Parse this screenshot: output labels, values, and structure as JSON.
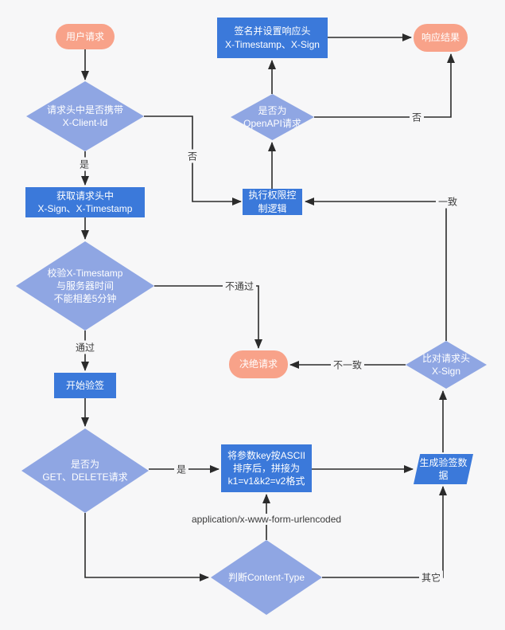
{
  "diagram": {
    "title": "signature-verification-flowchart",
    "background": "#f7f7f8",
    "colors": {
      "terminal": "#f8a289",
      "decision": "#8fa6e3",
      "process": "#3b79da",
      "connector": "#2b2b2b"
    },
    "nodes": {
      "user_request": {
        "type": "terminal",
        "label": "用户请求"
      },
      "check_client_id": {
        "type": "decision",
        "label": "请求头中是否携带\nX-Client-Id"
      },
      "get_headers": {
        "type": "process",
        "label": "获取请求头中\nX-Sign、X-Timestamp"
      },
      "check_timestamp": {
        "type": "decision",
        "label": "校验X-Timestamp\n与服务器时间\n不能相差5分钟"
      },
      "start_verify": {
        "type": "process",
        "label": "开始验签"
      },
      "check_method": {
        "type": "decision",
        "label": "是否为\nGET、DELETE请求"
      },
      "check_content_type": {
        "type": "decision",
        "label": "判断Content-Type"
      },
      "sort_params": {
        "type": "process",
        "label": "将参数key按ASCII\n排序后，拼接为\nk1=v1&k2=v2格式"
      },
      "gen_verify_data": {
        "type": "parallelogram",
        "label": "生成验签数\n据"
      },
      "compare_sign": {
        "type": "decision",
        "label": "比对请求头\nX-Sign"
      },
      "reject_request": {
        "type": "terminal",
        "label": "决绝请求"
      },
      "exec_permission": {
        "type": "process",
        "label": "执行权限控\n制逻辑"
      },
      "check_openapi": {
        "type": "decision",
        "label": "是否为\nOpenAPI请求"
      },
      "sign_response": {
        "type": "process",
        "label": "签名并设置响应头\nX-Timestamp、X-Sign"
      },
      "response_result": {
        "type": "terminal",
        "label": "响应结果"
      }
    },
    "edges": [
      {
        "from": "user_request",
        "to": "check_client_id",
        "label": ""
      },
      {
        "from": "check_client_id",
        "to": "get_headers",
        "label": "是"
      },
      {
        "from": "check_client_id",
        "to": "exec_permission",
        "label": "否"
      },
      {
        "from": "get_headers",
        "to": "check_timestamp",
        "label": ""
      },
      {
        "from": "check_timestamp",
        "to": "start_verify",
        "label": "通过"
      },
      {
        "from": "check_timestamp",
        "to": "reject_request",
        "label": "不通过"
      },
      {
        "from": "start_verify",
        "to": "check_method",
        "label": ""
      },
      {
        "from": "check_method",
        "to": "sort_params",
        "label": "是"
      },
      {
        "from": "check_method",
        "to": "check_content_type",
        "label": ""
      },
      {
        "from": "check_content_type",
        "to": "sort_params",
        "label": "application/x-www-form-urlencoded"
      },
      {
        "from": "check_content_type",
        "to": "gen_verify_data",
        "label": "其它"
      },
      {
        "from": "sort_params",
        "to": "gen_verify_data",
        "label": ""
      },
      {
        "from": "gen_verify_data",
        "to": "compare_sign",
        "label": ""
      },
      {
        "from": "compare_sign",
        "to": "exec_permission",
        "label": "一致"
      },
      {
        "from": "compare_sign",
        "to": "reject_request",
        "label": "不一致"
      },
      {
        "from": "exec_permission",
        "to": "check_openapi",
        "label": ""
      },
      {
        "from": "check_openapi",
        "to": "sign_response",
        "label": ""
      },
      {
        "from": "check_openapi",
        "to": "response_result",
        "label": "否"
      },
      {
        "from": "sign_response",
        "to": "response_result",
        "label": ""
      }
    ]
  }
}
